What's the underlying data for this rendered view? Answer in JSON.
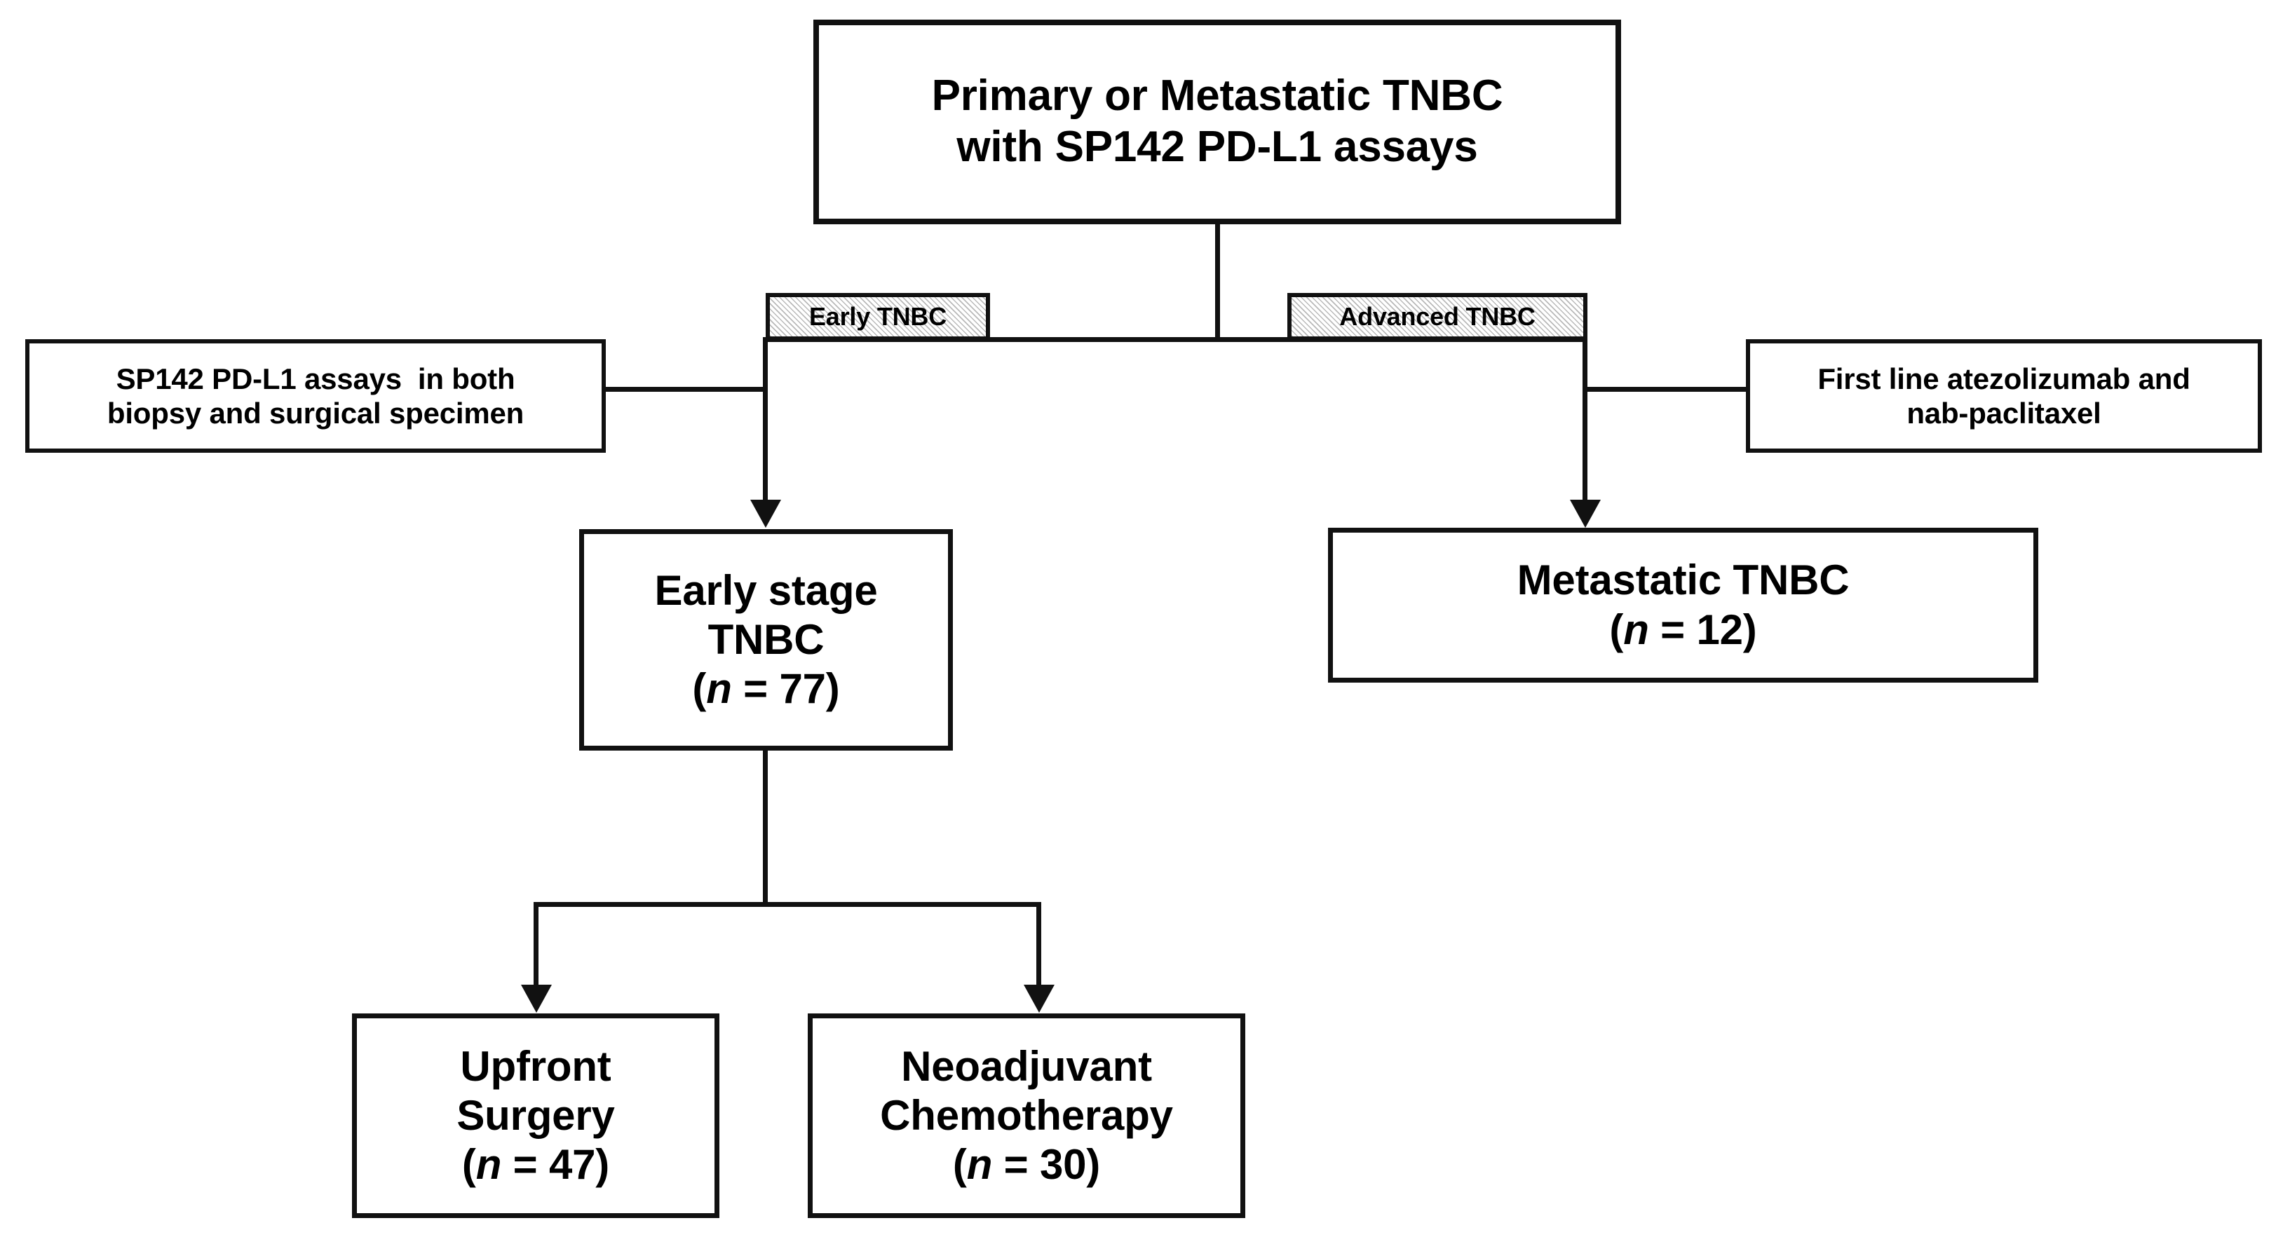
{
  "diagram": {
    "title": "TNBC cohort selection flowchart",
    "accent_color": "#111111",
    "background_color": "#ffffff",
    "hatch_fill_color": "#b9b9b9"
  },
  "nodes": {
    "root": {
      "line1": "Primary or Metastatic TNBC",
      "line2": "with SP142 PD-L1 assays"
    },
    "left_assay": {
      "line1": "SP142 PD-L1 assays  in both",
      "line2": "biopsy and surgical specimen"
    },
    "right_treatment": {
      "line1": "First line atezolizumab and",
      "line2": "nab-paclitaxel"
    },
    "early_stage": {
      "line1": "Early stage",
      "line2": "TNBC",
      "count_open": "(",
      "count_var": "n",
      "count_eq": " = ",
      "count_value": "77",
      "count_close": ")"
    },
    "metastatic": {
      "line1": "Metastatic TNBC",
      "count_open": "(",
      "count_var": "n",
      "count_eq": " = ",
      "count_value": "12",
      "count_close": ")"
    },
    "upfront_surgery": {
      "line1": "Upfront",
      "line2": "Surgery",
      "count_open": "(",
      "count_var": "n",
      "count_eq": " = ",
      "count_value": "47",
      "count_close": ")"
    },
    "neoadjuvant_chemo": {
      "line1": "Neoadjuvant",
      "line2": "Chemotherapy",
      "count_open": "(",
      "count_var": "n",
      "count_eq": " = ",
      "count_value": "30",
      "count_close": ")"
    }
  },
  "branch_labels": {
    "early": "Early TNBC",
    "advanced": "Advanced TNBC"
  }
}
